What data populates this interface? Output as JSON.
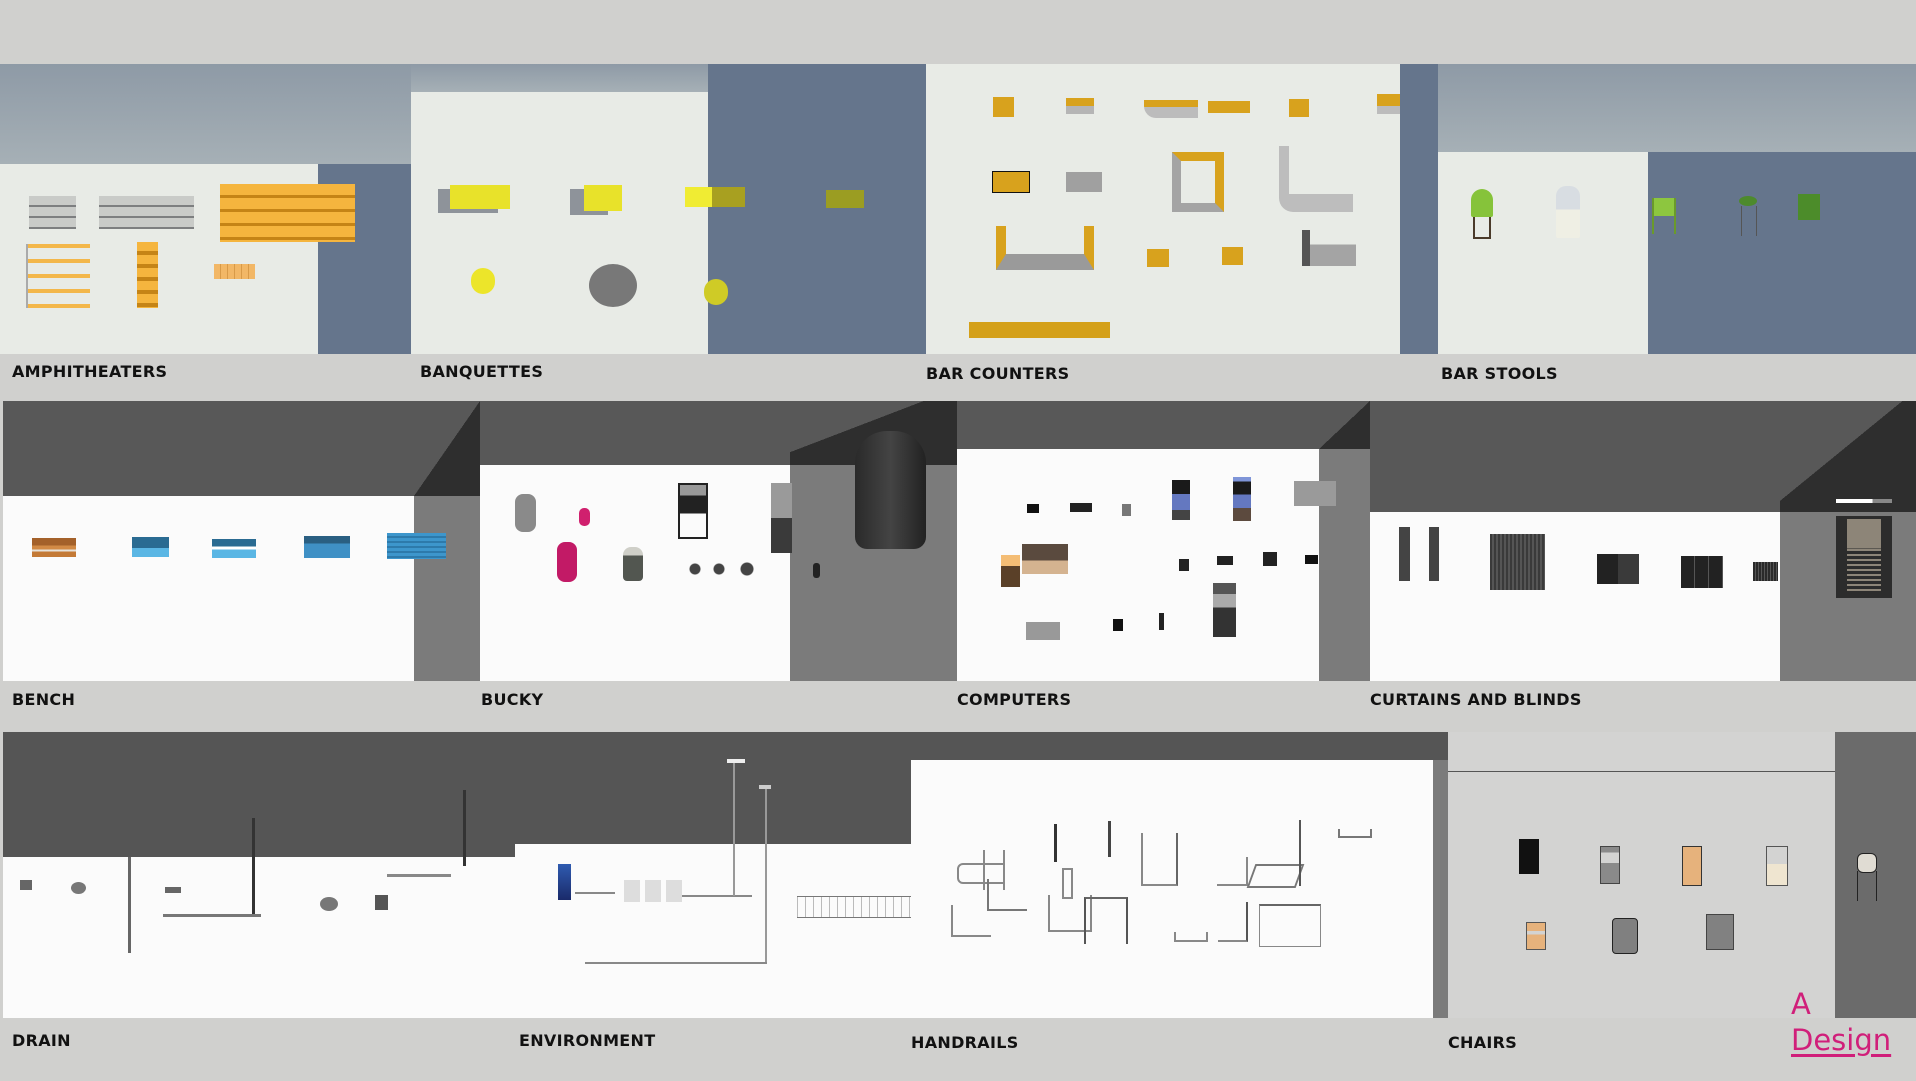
{
  "catalog": {
    "row1": [
      {
        "id": "amphitheaters",
        "label": "AMPHITHEATERS"
      },
      {
        "id": "banquettes",
        "label": "BANQUETTES"
      },
      {
        "id": "bar-counters",
        "label": "BAR COUNTERS"
      },
      {
        "id": "bar-stools",
        "label": "BAR STOOLS"
      }
    ],
    "row2": [
      {
        "id": "bench",
        "label": "BENCH"
      },
      {
        "id": "bucky",
        "label": "BUCKY"
      },
      {
        "id": "computers",
        "label": "COMPUTERS"
      },
      {
        "id": "curtains-and-blinds",
        "label": "CURTAINS AND BLINDS"
      }
    ],
    "row3": [
      {
        "id": "drain",
        "label": "DRAIN"
      },
      {
        "id": "environment",
        "label": "ENVIRONMENT"
      },
      {
        "id": "handrails",
        "label": "HANDRAILS"
      },
      {
        "id": "chairs",
        "label": "CHAIRS"
      }
    ]
  },
  "brand": {
    "line1": "A",
    "line2": "Design",
    "color": "#d01f7a"
  },
  "colors": {
    "background": "#d0d0ce",
    "render_floor": "#e8ebe6",
    "render_shadow": "#65758c",
    "amber": "#f2ae37",
    "yellow": "#e6e020",
    "gold": "#d8a31c",
    "green": "#7cb82f",
    "blue": "#3c8fc2",
    "magenta": "#d0206e",
    "dark_wall": "#585858",
    "grey_side": "#7b7b7b"
  }
}
